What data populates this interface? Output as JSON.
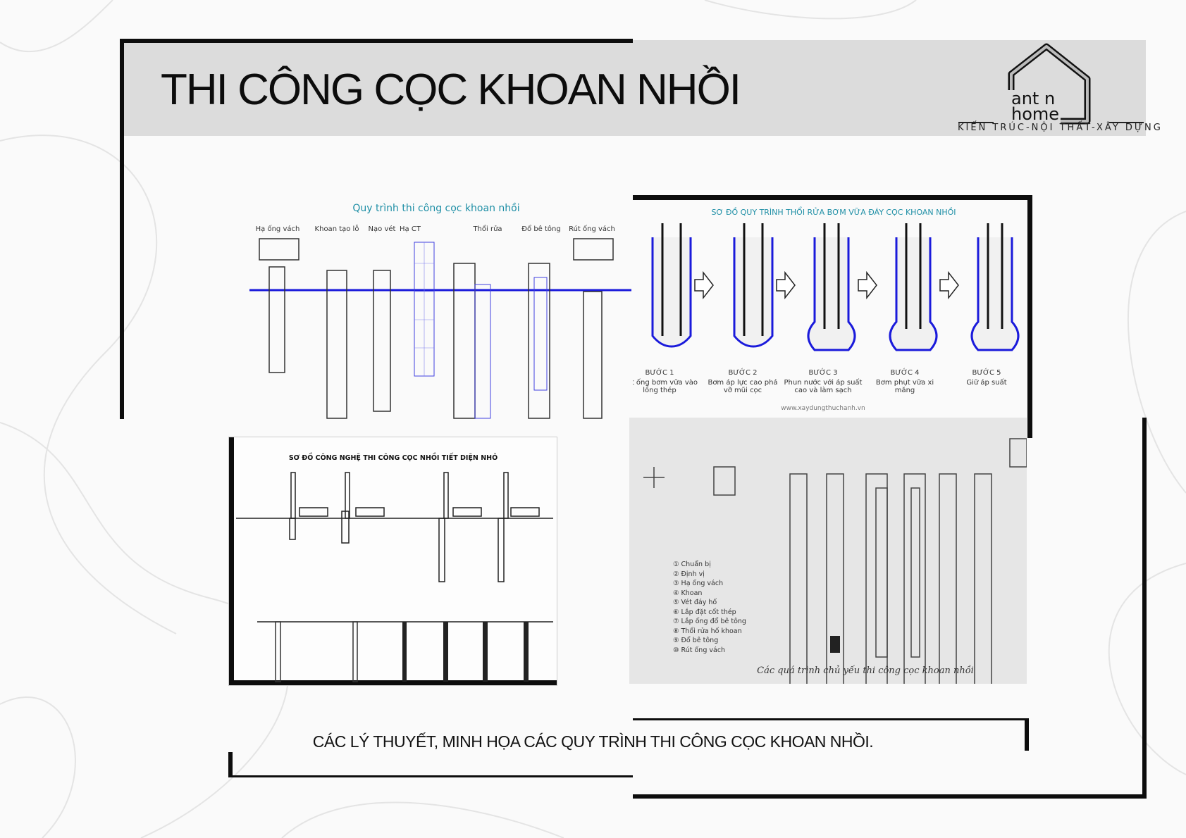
{
  "header": {
    "title": "THI CÔNG CỌC KHOAN NHỒI"
  },
  "logo": {
    "line1": "ant n",
    "line2": "home",
    "tagline": "KIẾN TRÚC-NỘI THẤT-XÂY DỰNG"
  },
  "diagram1": {
    "title": "Quy trình thi công cọc khoan nhồi",
    "steps": [
      "Hạ ống vách",
      "Khoan tạo lỗ",
      "Nạo vét",
      "Hạ CT",
      "Thổi rửa",
      "Đổ bê tông",
      "Rút ống vách"
    ]
  },
  "diagram2": {
    "title": "SƠ ĐỒ QUY TRÌNH THỔI RỬA BƠM VỮA ĐÁY CỌC KHOAN NHỒI",
    "steps": [
      {
        "name": "BƯỚC 1",
        "desc": "Đặt ống bơm vữa vào lồng thép"
      },
      {
        "name": "BƯỚC 2",
        "desc": "Bơm áp lực cao phá vỡ mũi cọc"
      },
      {
        "name": "BƯỚC 3",
        "desc": "Phun nước với áp suất cao và làm sạch"
      },
      {
        "name": "BƯỚC 4",
        "desc": "Bơm phụt vữa xi măng"
      },
      {
        "name": "BƯỚC 5",
        "desc": "Giữ áp suất"
      }
    ],
    "source": "www.xaydungthuchanh.vn"
  },
  "diagram3": {
    "title": "SƠ ĐỒ CÔNG NGHỆ THI CÔNG CỌC NHỒI TIẾT DIỆN NHỎ"
  },
  "diagram4": {
    "legend": [
      "Chuẩn bị",
      "Định vị",
      "Hạ ống vách",
      "Khoan",
      "Vét đáy hố",
      "Lắp đặt cốt thép",
      "Lắp ống đổ bê tông",
      "Thổi rửa hố khoan",
      "Đổ bê tông",
      "Rút ống vách"
    ],
    "caption": "Các quá trình chủ yếu thi công cọc khoan nhồi"
  },
  "caption": "CÁC LÝ THUYẾT, MINH HỌA CÁC QUY TRÌNH THI CÔNG CỌC KHOAN NHỒI.",
  "colors": {
    "accent_blue": "#1a1adb",
    "teal": "#1f8fa6",
    "header_gray": "#dcdcdc"
  }
}
